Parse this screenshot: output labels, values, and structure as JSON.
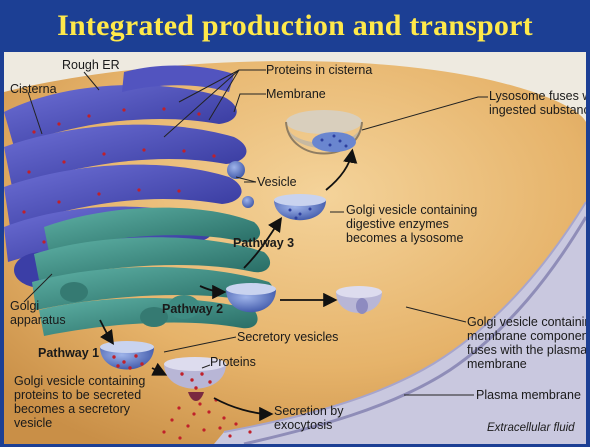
{
  "slide": {
    "title": "Integrated production and transport"
  },
  "labels": {
    "rough_er": "Rough ER",
    "proteins_in_cisterna": "Proteins in cisterna",
    "cisterna": "Cisterna",
    "membrane": "Membrane",
    "lysosome_fuses": [
      "Lysosome fuses with",
      "ingested substances"
    ],
    "vesicle": "Vesicle",
    "golgi_vesicle_digestive": [
      "Golgi vesicle containing",
      "digestive enzymes",
      "becomes a lysosome"
    ],
    "pathway_3": "Pathway 3",
    "pathway_2": "Pathway 2",
    "pathway_1": "Pathway 1",
    "golgi_apparatus": [
      "Golgi",
      "apparatus"
    ],
    "golgi_vesicle_membrane": [
      "Golgi vesicle containing",
      "membrane components",
      "fuses with the plasma",
      "membrane"
    ],
    "secretory_vesicles": "Secretory vesicles",
    "proteins": "Proteins",
    "golgi_vesicle_secreted": [
      "Golgi vesicle containing",
      "proteins to be secreted",
      "becomes a secretory",
      "vesicle"
    ],
    "plasma_membrane": "Plasma membrane",
    "secretion": [
      "Secretion by",
      "exocytosis"
    ],
    "extracellular_fluid": "Extracellular fluid"
  },
  "colors": {
    "background": "#1c3f94",
    "title": "#ffe94a",
    "cytoplasm": "#e8b86d",
    "rough_er": "#4a4fb3",
    "golgi": "#3f8f86",
    "vesicle": "#5d79c9",
    "protein_dots": "#c0202a",
    "plasma_membrane": "#c9c8df"
  }
}
